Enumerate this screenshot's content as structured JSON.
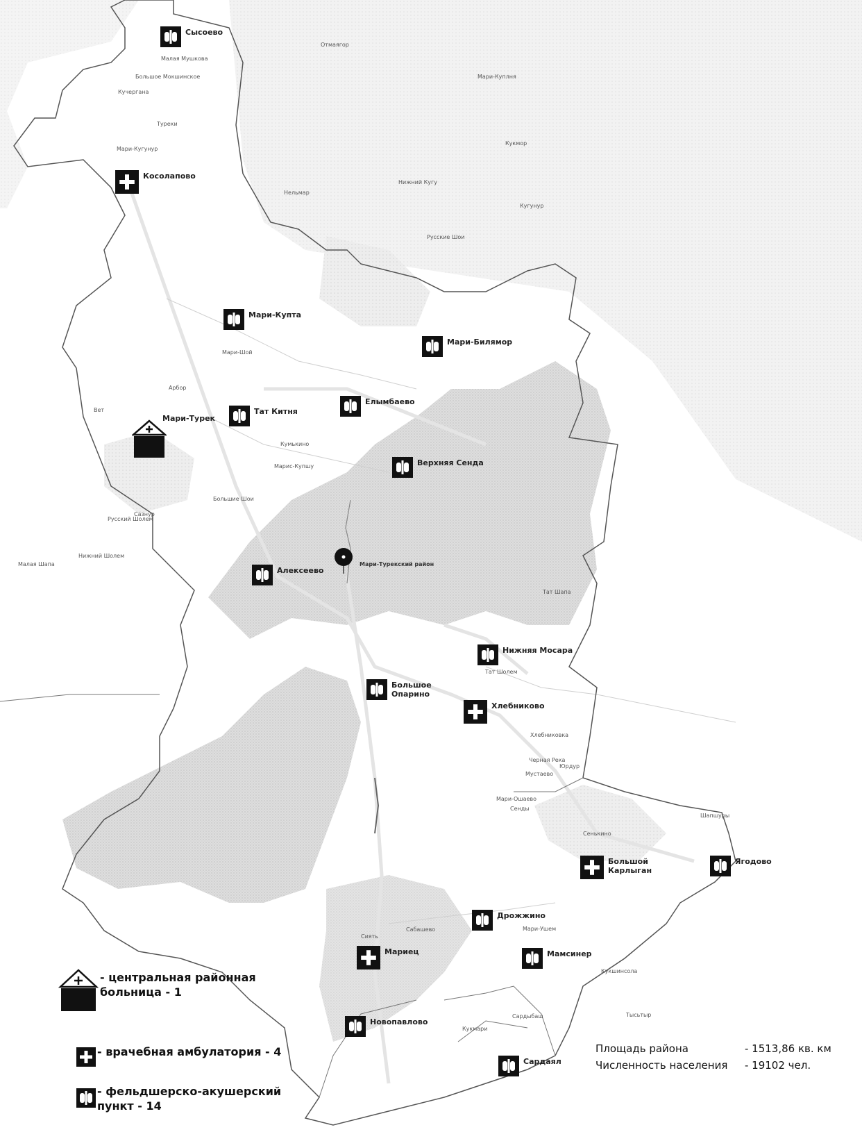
{
  "map": {
    "district_center": "Мари-Турекский район"
  },
  "facilities": {
    "crb": [
      {
        "name": "Мари-Турек"
      }
    ],
    "ambulatory": [
      {
        "name": "Косолапово"
      },
      {
        "name": "Хлебниково"
      },
      {
        "name": "Большой\nКарлыган"
      },
      {
        "name": "Мариец"
      }
    ],
    "fap": [
      {
        "name": "Сысоево"
      },
      {
        "name": "Мари-Купта"
      },
      {
        "name": "Мари-Билямор"
      },
      {
        "name": "Тат Китня"
      },
      {
        "name": "Елымбаево"
      },
      {
        "name": "Верхняя Сенда"
      },
      {
        "name": "Алексеево"
      },
      {
        "name": "Нижняя Мосара"
      },
      {
        "name": "Большое\nОпарино"
      },
      {
        "name": "Дрожжино"
      },
      {
        "name": "Мамсинер"
      },
      {
        "name": "Новопавлово"
      },
      {
        "name": "Сардаял"
      },
      {
        "name": "Ягодово"
      }
    ]
  },
  "places": [
    "Отмаягор",
    "Малая Мушкова",
    "Большое Мокшинское",
    "Кучергана",
    "Туреки",
    "Мари-Кугунур",
    "Мари-Куплня",
    "Кукмор",
    "Нижний Кугу",
    "Нельмар",
    "Кугунур",
    "Русские Шои",
    "Мари-Шой",
    "Арбор",
    "Вет",
    "Кумькино",
    "Марис-Купшу",
    "Большие Шои",
    "Сазнур",
    "Русский Шолем",
    "Нижний Шолем",
    "Малая Шапа",
    "Тат Шапа",
    "Тат Шолем",
    "Юрдур",
    "Мустаево",
    "Мари-Ошаево",
    "Сенды",
    "Хлебниковка",
    "Черная Река",
    "Сенькино",
    "Сабашево",
    "Сиять",
    "Мари-Ушем",
    "Кукшинсола",
    "Шапшуры",
    "Тысьтыр",
    "Кукмари",
    "Сардыбаш"
  ],
  "legend": {
    "crb": "- центральная районная\nбольница - 1",
    "ambulatory": "- врачебная амбулатория - 4",
    "fap": "- фельдшерско-акушерский\nпункт - 14"
  },
  "stats": [
    {
      "label": "Площадь района",
      "value": "- 1513,86 кв. км"
    },
    {
      "label": "Численность населения",
      "value": "- 19102 чел."
    }
  ],
  "colors": {
    "boundary": "#555555",
    "forest": "#c8c8c8",
    "forest_light": "#dedede",
    "icon": "#111111",
    "road": "#eaeaea"
  }
}
